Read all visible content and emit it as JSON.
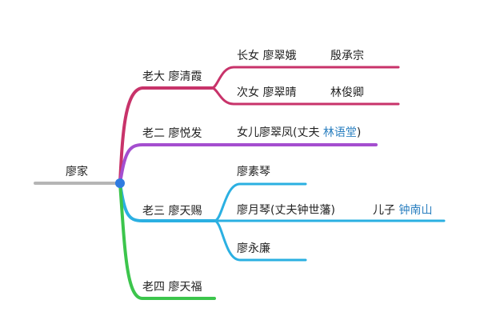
{
  "root": {
    "label": "廖家"
  },
  "children": [
    {
      "label": "老大 廖清霞",
      "color": "#c8336a",
      "children": [
        {
          "label": "长女 廖翠娥",
          "spouse": "殷承宗"
        },
        {
          "label": "次女 廖翠晴",
          "spouse": "林俊卿"
        }
      ]
    },
    {
      "label": "老二 廖悦发",
      "color": "#a44ecf",
      "children": [
        {
          "prefix": "女儿廖翠凤(丈夫 ",
          "highlight": "林语堂",
          "suffix": ")"
        }
      ]
    },
    {
      "label": "老三 廖天赐",
      "color": "#2bb0e2",
      "children": [
        {
          "label": "廖素琴"
        },
        {
          "label": "廖月琴(丈夫钟世藩)",
          "son_label": "儿子 ",
          "son_name": "钟南山"
        },
        {
          "label": "廖永廉"
        }
      ]
    },
    {
      "label": "老四 廖天福",
      "color": "#3cc54c",
      "children": []
    }
  ],
  "colors": {
    "root_line": "#b5b5b5",
    "root_dot": "#2f7be0",
    "highlight_text": "#2a7fc0"
  }
}
